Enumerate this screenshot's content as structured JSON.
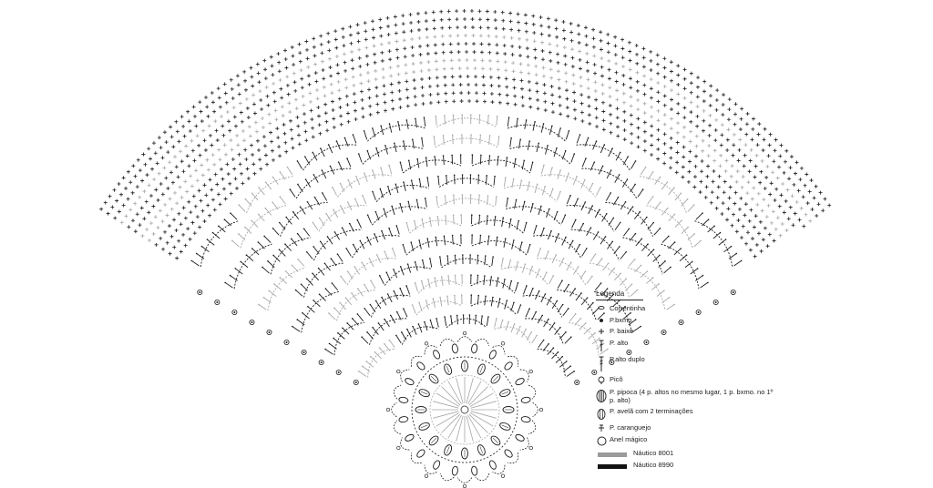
{
  "legend": {
    "title": "Legenda",
    "items": [
      {
        "icon": "chain-stitch-icon",
        "label": "Correntinha"
      },
      {
        "icon": "slip-stitch-icon",
        "label": "P.bxmo."
      },
      {
        "icon": "single-crochet-icon",
        "label": "P. baixo"
      },
      {
        "icon": "double-crochet-icon",
        "label": "P. alto"
      },
      {
        "icon": "treble-crochet-icon",
        "label": "P.alto duplo"
      },
      {
        "icon": "picot-icon",
        "label": "Picô"
      },
      {
        "icon": "popcorn-stitch-icon",
        "label": "P. pipoca (4 p. altos no mesmo lugar, 1 p. bxmo. no 1º p. alto)"
      },
      {
        "icon": "hazelnut-stitch-icon",
        "label": "P. avelã com 2 terminações"
      },
      {
        "icon": "crab-stitch-icon",
        "label": "P. caranguejo"
      },
      {
        "icon": "magic-ring-icon",
        "label": "Anel mágico"
      }
    ],
    "colors": [
      {
        "label": "Náutico 8001",
        "color": "#9a9a9a"
      },
      {
        "label": "Náutico 8990",
        "color": "#111111"
      }
    ]
  }
}
